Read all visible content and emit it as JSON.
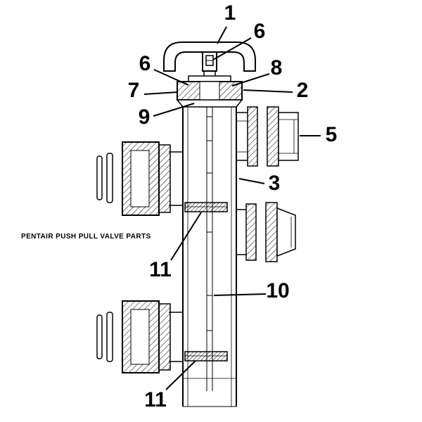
{
  "page": {
    "background": "#ffffff",
    "ink": "#000000"
  },
  "diagram": {
    "caption": "PENTAIR PUSH PULL VALVE PARTS",
    "callouts": [
      {
        "label": "1"
      },
      {
        "label": "6"
      },
      {
        "label": "6"
      },
      {
        "label": "8"
      },
      {
        "label": "7"
      },
      {
        "label": "2"
      },
      {
        "label": "9"
      },
      {
        "label": "5"
      },
      {
        "label": "3"
      },
      {
        "label": "11"
      },
      {
        "label": "10"
      },
      {
        "label": "11"
      }
    ]
  }
}
